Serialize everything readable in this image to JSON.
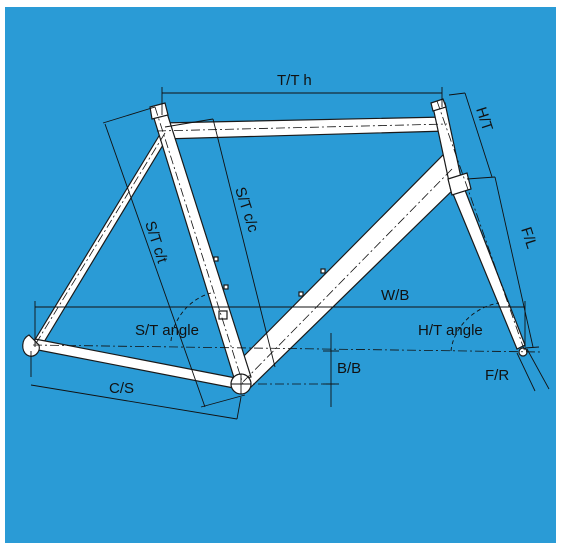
{
  "colors": {
    "background": "#2a9bd6",
    "tube_fill": "#ffffff",
    "line": "#111111"
  },
  "labels": {
    "top_tube_horizontal": "T/T h",
    "head_tube": "H/T",
    "fork_length": "F/L",
    "seat_tube_ct": "S/T c/t",
    "seat_tube_cc": "S/T c/c",
    "wheelbase": "W/B",
    "seat_tube_angle": "S/T angle",
    "head_tube_angle": "H/T angle",
    "bottom_bracket_drop": "B/B",
    "chainstay": "C/S",
    "fork_rake": "F/R"
  }
}
